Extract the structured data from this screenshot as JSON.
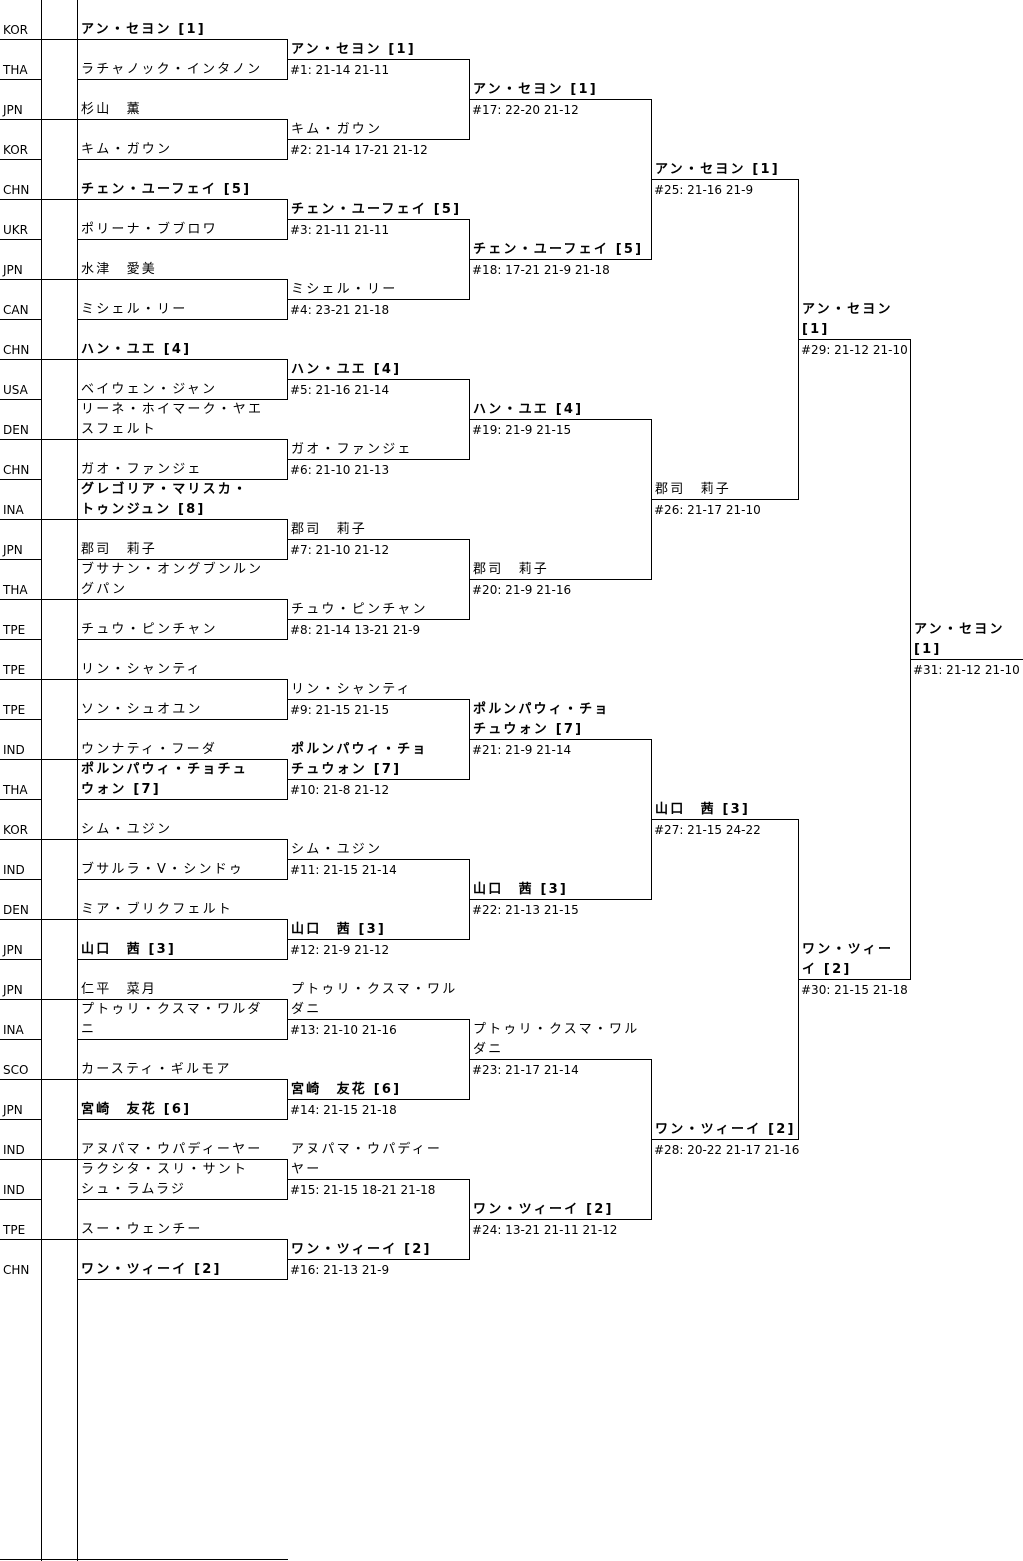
{
  "entries": [
    {
      "country": "KOR",
      "name": [
        "アン・セヨン [1]"
      ],
      "bold": true
    },
    {
      "country": "THA",
      "name": [
        "ラチャノック・インタノン"
      ],
      "bold": false
    },
    {
      "country": "JPN",
      "name": [
        "杉山　薫"
      ],
      "bold": false
    },
    {
      "country": "KOR",
      "name": [
        "キム・ガウン"
      ],
      "bold": false
    },
    {
      "country": "CHN",
      "name": [
        "チェン・ユーフェイ [5]"
      ],
      "bold": true
    },
    {
      "country": "UKR",
      "name": [
        "ポリーナ・ブブロワ"
      ],
      "bold": false
    },
    {
      "country": "JPN",
      "name": [
        "水津　愛美"
      ],
      "bold": false
    },
    {
      "country": "CAN",
      "name": [
        "ミシェル・リー"
      ],
      "bold": false
    },
    {
      "country": "CHN",
      "name": [
        "ハン・ユエ [4]"
      ],
      "bold": true
    },
    {
      "country": "USA",
      "name": [
        "ベイウェン・ジャン"
      ],
      "bold": false
    },
    {
      "country": "DEN",
      "name": [
        "リーネ・ホイマーク・ヤエ",
        "スフェルト"
      ],
      "bold": false
    },
    {
      "country": "CHN",
      "name": [
        "ガオ・ファンジェ"
      ],
      "bold": false
    },
    {
      "country": "INA",
      "name": [
        "グレゴリア・マリスカ・",
        "トゥンジュン [8]"
      ],
      "bold": true
    },
    {
      "country": "JPN",
      "name": [
        "郡司　莉子"
      ],
      "bold": false
    },
    {
      "country": "THA",
      "name": [
        "ブサナン・オングブンルン",
        "グパン"
      ],
      "bold": false
    },
    {
      "country": "TPE",
      "name": [
        "チュウ・ピンチャン"
      ],
      "bold": false
    },
    {
      "country": "TPE",
      "name": [
        "リン・シャンティ"
      ],
      "bold": false
    },
    {
      "country": "TPE",
      "name": [
        "ソン・シュオユン"
      ],
      "bold": false
    },
    {
      "country": "IND",
      "name": [
        "ウンナティ・フーダ"
      ],
      "bold": false
    },
    {
      "country": "THA",
      "name": [
        "ポルンパウィ・チョチュ",
        "ウォン [7]"
      ],
      "bold": true
    },
    {
      "country": "KOR",
      "name": [
        "シム・ユジン"
      ],
      "bold": false
    },
    {
      "country": "IND",
      "name": [
        "ブサルラ・V・シンドゥ"
      ],
      "bold": false
    },
    {
      "country": "DEN",
      "name": [
        "ミア・ブリクフェルト"
      ],
      "bold": false
    },
    {
      "country": "JPN",
      "name": [
        "山口　茜 [3]"
      ],
      "bold": true
    },
    {
      "country": "JPN",
      "name": [
        "仁平　菜月"
      ],
      "bold": false
    },
    {
      "country": "INA",
      "name": [
        "プトゥリ・クスマ・ワルダ",
        "ニ"
      ],
      "bold": false
    },
    {
      "country": "SCO",
      "name": [
        "カースティ・ギルモア"
      ],
      "bold": false
    },
    {
      "country": "JPN",
      "name": [
        "宮崎　友花 [6]"
      ],
      "bold": true
    },
    {
      "country": "IND",
      "name": [
        "アヌパマ・ウパディーヤー"
      ],
      "bold": false
    },
    {
      "country": "IND",
      "name": [
        "ラクシタ・スリ・サント",
        "シュ・ラムラジ"
      ],
      "bold": false
    },
    {
      "country": "TPE",
      "name": [
        "スー・ウェンチー"
      ],
      "bold": false
    },
    {
      "country": "CHN",
      "name": [
        "ワン・ツィーイ [2]"
      ],
      "bold": true
    }
  ],
  "rounds": [
    [
      {
        "winner": [
          "アン・セヨン [1]"
        ],
        "bold": true,
        "score": "#1: 21-14 21-11"
      },
      {
        "winner": [
          "キム・ガウン"
        ],
        "bold": false,
        "score": "#2: 21-14 17-21 21-12"
      },
      {
        "winner": [
          "チェン・ユーフェイ [5]"
        ],
        "bold": true,
        "score": "#3: 21-11 21-11"
      },
      {
        "winner": [
          "ミシェル・リー"
        ],
        "bold": false,
        "score": "#4: 23-21 21-18"
      },
      {
        "winner": [
          "ハン・ユエ [4]"
        ],
        "bold": true,
        "score": "#5: 21-16 21-14"
      },
      {
        "winner": [
          "ガオ・ファンジェ"
        ],
        "bold": false,
        "score": "#6: 21-10 21-13"
      },
      {
        "winner": [
          "郡司　莉子"
        ],
        "bold": false,
        "score": "#7: 21-10 21-12"
      },
      {
        "winner": [
          "チュウ・ピンチャン"
        ],
        "bold": false,
        "score": "#8: 21-14 13-21 21-9"
      },
      {
        "winner": [
          "リン・シャンティ"
        ],
        "bold": false,
        "score": "#9: 21-15 21-15"
      },
      {
        "winner": [
          "ポルンパウィ・チョ",
          "チュウォン [7]"
        ],
        "bold": true,
        "score": "#10: 21-8 21-12"
      },
      {
        "winner": [
          "シム・ユジン"
        ],
        "bold": false,
        "score": "#11: 21-15 21-14"
      },
      {
        "winner": [
          "山口　茜 [3]"
        ],
        "bold": true,
        "score": "#12: 21-9 21-12"
      },
      {
        "winner": [
          "プトゥリ・クスマ・ワル",
          "ダニ"
        ],
        "bold": false,
        "score": "#13: 21-10 21-16"
      },
      {
        "winner": [
          "宮崎　友花 [6]"
        ],
        "bold": true,
        "score": "#14: 21-15 21-18"
      },
      {
        "winner": [
          "アヌパマ・ウパディー",
          "ヤー"
        ],
        "bold": false,
        "score": "#15: 21-15 18-21 21-18"
      },
      {
        "winner": [
          "ワン・ツィーイ [2]"
        ],
        "bold": true,
        "score": "#16: 21-13 21-9"
      }
    ],
    [
      {
        "winner": [
          "アン・セヨン [1]"
        ],
        "bold": true,
        "score": "#17: 22-20 21-12"
      },
      {
        "winner": [
          "チェン・ユーフェイ [5]"
        ],
        "bold": true,
        "score": "#18: 17-21 21-9 21-18"
      },
      {
        "winner": [
          "ハン・ユエ [4]"
        ],
        "bold": true,
        "score": "#19: 21-9 21-15"
      },
      {
        "winner": [
          "郡司　莉子"
        ],
        "bold": false,
        "score": "#20: 21-9 21-16"
      },
      {
        "winner": [
          "ポルンパウィ・チョ",
          "チュウォン [7]"
        ],
        "bold": true,
        "score": "#21: 21-9 21-14"
      },
      {
        "winner": [
          "山口　茜 [3]"
        ],
        "bold": true,
        "score": "#22: 21-13 21-15"
      },
      {
        "winner": [
          "プトゥリ・クスマ・ワル",
          "ダニ"
        ],
        "bold": false,
        "score": "#23: 21-17 21-14"
      },
      {
        "winner": [
          "ワン・ツィーイ [2]"
        ],
        "bold": true,
        "score": "#24: 13-21 21-11 21-12"
      }
    ],
    [
      {
        "winner": [
          "アン・セヨン [1]"
        ],
        "bold": true,
        "score": "#25: 21-16 21-9"
      },
      {
        "winner": [
          "郡司　莉子"
        ],
        "bold": false,
        "score": "#26: 21-17 21-10"
      },
      {
        "winner": [
          "山口　茜 [3]"
        ],
        "bold": true,
        "score": "#27: 21-15 24-22"
      },
      {
        "winner": [
          "ワン・ツィーイ [2]"
        ],
        "bold": true,
        "score": "#28: 20-22 21-17 21-16"
      }
    ],
    [
      {
        "winner": [
          "アン・セヨン",
          "[1]"
        ],
        "bold": true,
        "score": "#29: 21-12 21-10"
      },
      {
        "winner": [
          "ワン・ツィー",
          "イ [2]"
        ],
        "bold": true,
        "score": "#30: 21-15 21-18"
      }
    ],
    [
      {
        "winner": [
          "アン・セヨン",
          "[1]"
        ],
        "bold": true,
        "score": "#31: 21-12 21-10"
      }
    ]
  ]
}
